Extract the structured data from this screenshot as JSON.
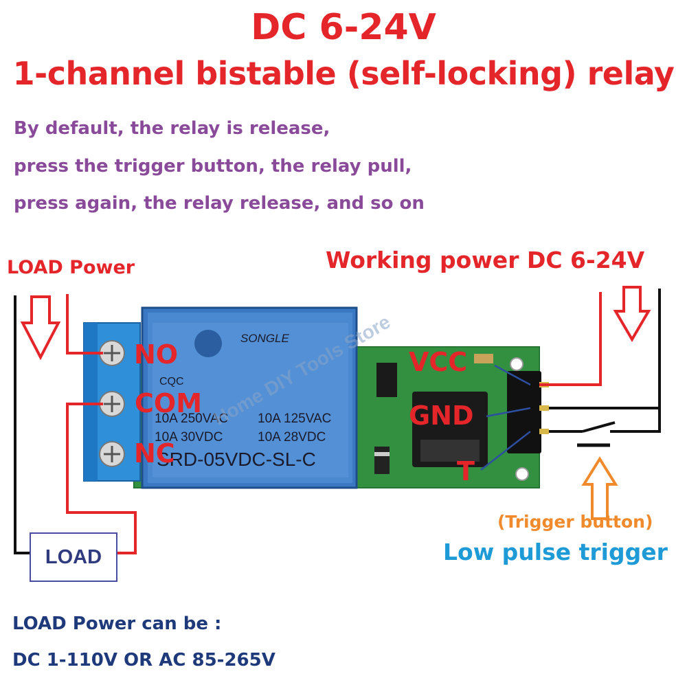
{
  "title": {
    "line1": "DC 6-24V",
    "line2": "1-channel bistable (self-locking) relay"
  },
  "description": [
    "By default, the relay is release,",
    "press the trigger button, the relay pull,",
    "press again, the relay release, and so on"
  ],
  "labels": {
    "load_power": "LOAD Power",
    "working_power": "Working power DC 6-24V",
    "trigger_button": "(Trigger button)",
    "low_pulse": "Low pulse trigger",
    "load_box": "LOAD"
  },
  "pins": {
    "no": "NO",
    "com": "COM",
    "nc": "NC",
    "vcc": "VCC",
    "gnd": "GND",
    "t": "T"
  },
  "relay_markings": {
    "brand": "SONGLE",
    "rating1": "10A 250VAC",
    "rating2": "10A 125VAC",
    "rating3": "10A 30VDC",
    "rating4": "10A 28VDC",
    "model": "SRD-05VDC-SL-C",
    "cqc": "CQC"
  },
  "watermark": "Home DIY Tools Store",
  "notes": [
    "LOAD Power can be :",
    "DC 1-110V OR AC 85-265V"
  ],
  "colors": {
    "title": "#e4262b",
    "description": "#8a4a9a",
    "wire_red": "#e4262b",
    "wire_black": "#111111",
    "trigger": "#f08a2c",
    "low_pulse": "#1e9ad6",
    "notes": "#1f3a7a",
    "pcb": "#2f8a3c",
    "relay": "#3a78c4"
  }
}
